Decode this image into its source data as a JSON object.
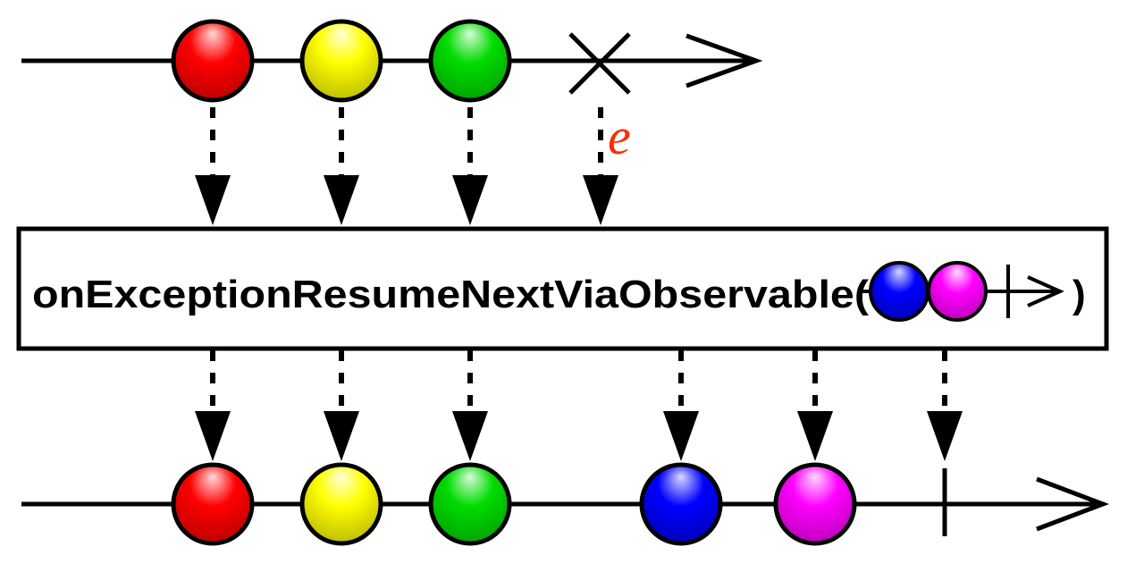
{
  "operator": {
    "name": "onExceptionResumeNextViaObservable(",
    "close_paren": ")"
  },
  "source_timeline": {
    "items": [
      {
        "name": "red-marble",
        "color": "#ff0000"
      },
      {
        "name": "yellow-marble",
        "color": "#ffff00"
      },
      {
        "name": "green-marble",
        "color": "#00dd00"
      }
    ],
    "terminal": "error"
  },
  "error_label": "e",
  "error_label_color": "#ff2a00",
  "resume_observable": {
    "items": [
      {
        "name": "blue-marble",
        "color": "#0000ff"
      },
      {
        "name": "magenta-marble",
        "color": "#ff00ff"
      }
    ],
    "terminal": "completed"
  },
  "result_timeline": {
    "items": [
      {
        "name": "red-marble",
        "color": "#ff0000"
      },
      {
        "name": "yellow-marble",
        "color": "#ffff00"
      },
      {
        "name": "green-marble",
        "color": "#00dd00"
      },
      {
        "name": "blue-marble",
        "color": "#0000ff"
      },
      {
        "name": "magenta-marble",
        "color": "#ff00ff"
      }
    ],
    "terminal": "completed"
  }
}
